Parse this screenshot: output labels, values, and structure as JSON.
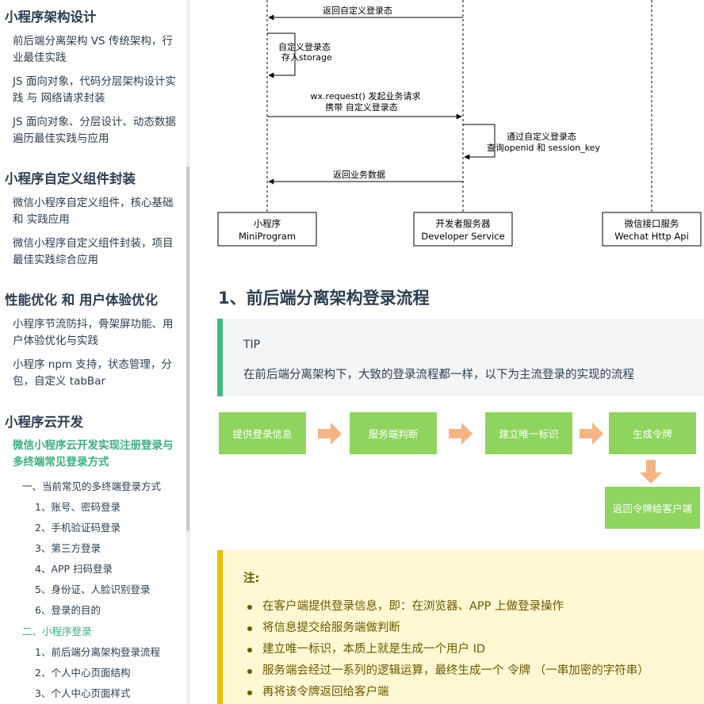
{
  "sidebar": {
    "groups": [
      {
        "title": "小程序架构设计",
        "items": [
          "前后端分离架构 VS 传统架构，行业最佳实践",
          "JS 面向对象，代码分层架构设计实践 与 网络请求封装",
          "JS 面向对象、分层设计、动态数据遍历最佳实践与应用"
        ]
      },
      {
        "title": "小程序自定义组件封装",
        "items": [
          "微信小程序自定义组件，核心基础 和 实践应用",
          "微信小程序自定义组件封装，项目最佳实践综合应用"
        ]
      },
      {
        "title": "性能优化 和 用户体验优化",
        "items": [
          "小程序节流防抖，骨架屏功能、用户体验优化与实践",
          "小程序 npm 支持，状态管理，分包，自定义 tabBar"
        ]
      },
      {
        "title": "小程序云开发",
        "items": [
          "微信小程序云开发实现注册登录与 多终端常见登录方式"
        ]
      }
    ],
    "sub": {
      "section1": "一、当前常见的多终端登录方式",
      "section1_items": [
        "1、账号、密码登录",
        "2、手机验证码登录",
        "3、第三方登录",
        "4、APP 扫码登录",
        "5、身份证、人脸识别登录",
        "6、登录的目的"
      ],
      "section2": "二、小程序登录",
      "section2_items": [
        "1、前后端分离架构登录流程",
        "2、个人中心页面结构",
        "3、个人中心页面样式"
      ]
    }
  },
  "diagram": {
    "msg_return_state": "返回自定义登录态",
    "self_store_line1": "自定义登录态",
    "self_store_line2": "存入storage",
    "msg_request_line1": "wx.request() 发起业务请求",
    "msg_request_line2": "携带 自定义登录态",
    "server_self_line1": "通过自定义登录态",
    "server_self_line2": "查询openid 和 session_key",
    "msg_return_data": "返回业务数据",
    "actors": [
      {
        "line1": "小程序",
        "line2": "MiniProgram"
      },
      {
        "line1": "开发者服务器",
        "line2": "Developer Service"
      },
      {
        "line1": "微信接口服务",
        "line2": "Wechat Http Api"
      }
    ]
  },
  "heading": "1、前后端分离架构登录流程",
  "tip": {
    "title": "TIP",
    "text": "在前后端分离架构下，大致的登录流程都一样，以下为主流登录的实现的流程"
  },
  "flow": {
    "steps": [
      "提供登录信息",
      "服务端判断",
      "建立唯一标识",
      "生成令牌",
      "返回令牌给客户端"
    ]
  },
  "note": {
    "title": "注:",
    "items": [
      "在客户端提供登录信息，即：在浏览器、APP 上做登录操作",
      "将信息提交给服务端做判断",
      "建立唯一标识，本质上就是生成一个用户 ID",
      "服务端会经过一系列的逻辑运算，最终生成一个 令牌 （一串加密的字符串）",
      "再将该令牌返回给客户端"
    ]
  },
  "colors": {
    "accent": "#3eaf7c",
    "tip_border": "#42b983",
    "note_border": "#e7c000",
    "flow_box": "#8fd45f",
    "flow_arrow": "#f4b483"
  }
}
